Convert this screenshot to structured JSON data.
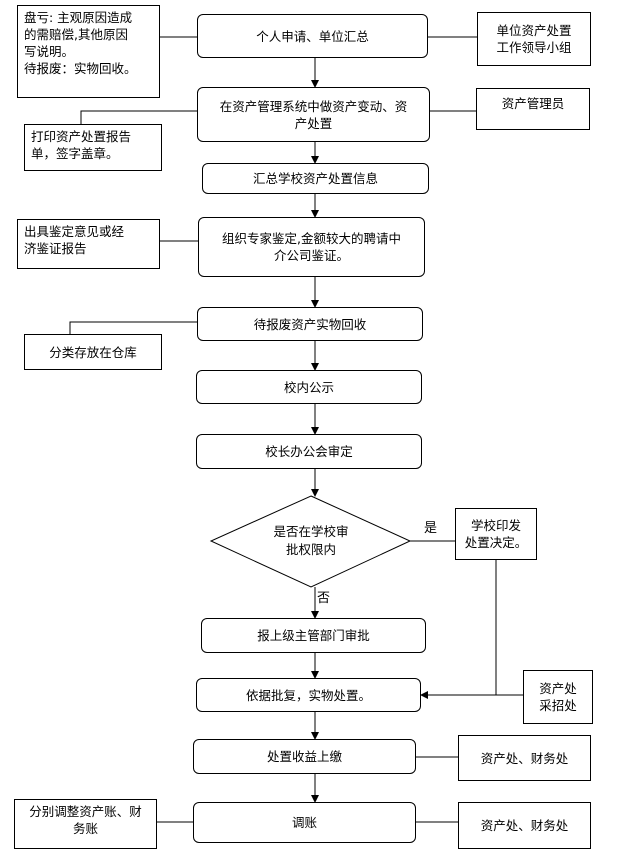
{
  "main_steps": [
    "个人申请、单位汇总",
    "在资产管理系统中做资产变动、资\n产处置",
    "汇总学校资产处置信息",
    "组织专家鉴定,金额较大的聘请中\n介公司鉴证。",
    "待报废资产实物回收",
    "校内公示",
    "校长办公会审定",
    "报上级主管部门审批",
    "依据批复，实物处置。",
    "处置收益上缴",
    "调账"
  ],
  "decision": {
    "text": "是否在学校审\n批权限内",
    "yes_label": "是",
    "no_label": "否"
  },
  "left_notes": [
    "盘亏: 主观原因造成\n的需赔偿,其他原因\n写说明。\n待报废：实物回收。",
    "打印资产处置报告\n单，签字盖章。",
    "出具鉴定意见或经\n济鉴证报告",
    "分类存放在仓库",
    "分别调整资产账、财\n务账"
  ],
  "right_notes": [
    "单位资产处置\n工作领导小组",
    "资产管理员",
    "学校印发\n处置决定。",
    "资产处\n采招处",
    "资产处、财务处",
    "资产处、财务处"
  ]
}
